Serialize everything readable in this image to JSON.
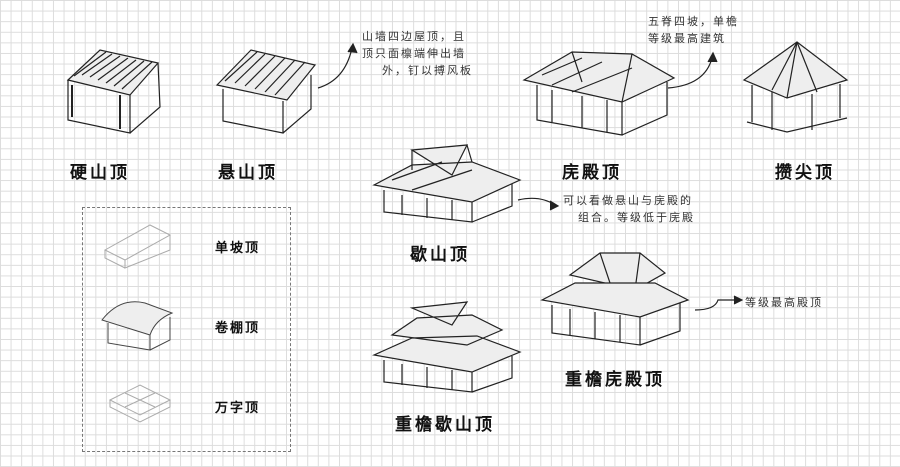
{
  "roofs": {
    "yingshan": "硬山顶",
    "xuanshan": "悬山顶",
    "wudian": "庑殿顶",
    "cuanjian": "攒尖顶",
    "xieshan": "歇山顶",
    "chongyan_xieshan": "重檐歇山顶",
    "chongyan_wudian": "重檐庑殿顶",
    "danpo": "单坡顶",
    "juanpeng": "卷棚顶",
    "wanzi": "万字顶"
  },
  "notes": {
    "xuanshan": [
      "山墙四边屋顶，且",
      "顶只面檩端伸出墙",
      "外，钉以搏风板"
    ],
    "wudian": [
      "五脊四坡，单檐",
      "等级最高建筑"
    ],
    "xieshan": [
      "可以看做悬山与庑殿的",
      "组合。等级低于庑殿"
    ],
    "chongyan_wudian": [
      "等级最高殿顶"
    ]
  },
  "colors": {
    "ink": "#222222",
    "grid": "#dcdcdc"
  }
}
